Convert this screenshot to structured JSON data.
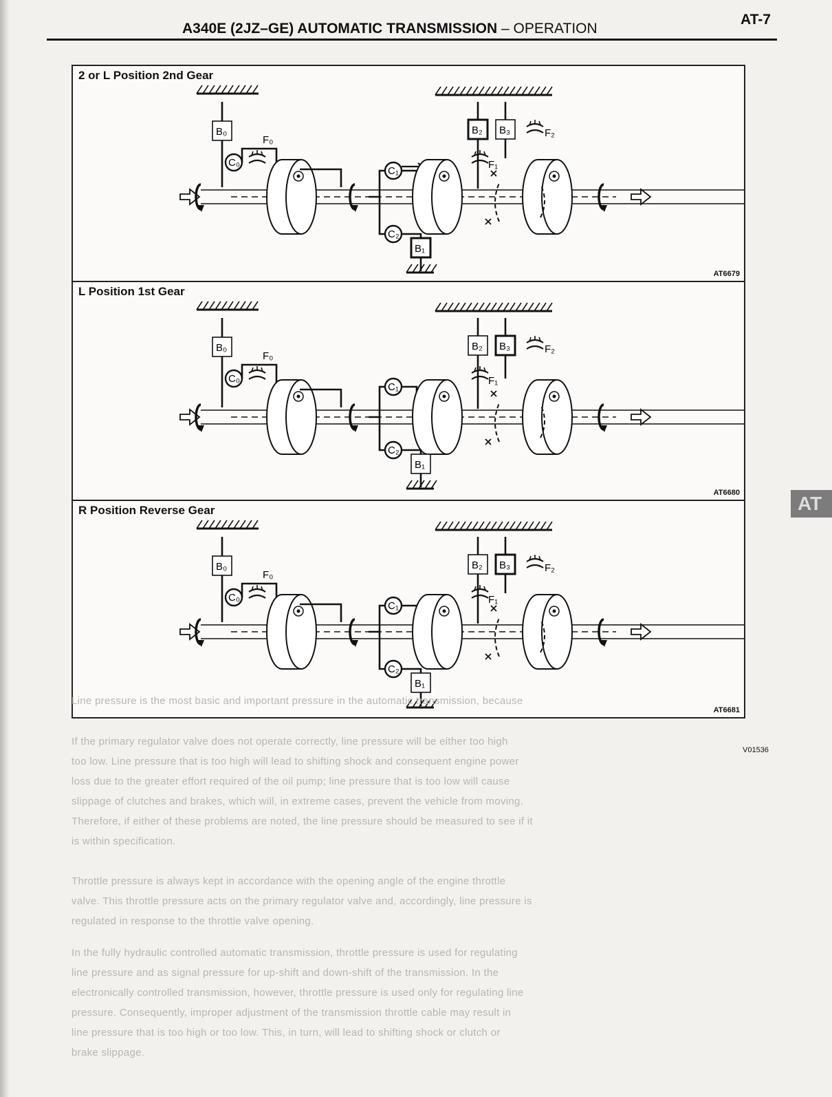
{
  "header": {
    "title": "A340E (2JZ–GE) AUTOMATIC TRANSMISSION",
    "dash": " – ",
    "section": "OPERATION",
    "page_number": "AT-7"
  },
  "panels": [
    {
      "title": "2 or L Position 2nd Gear",
      "figure_code": "AT6679",
      "labels": {
        "b0": "B₀",
        "c0": "C₀",
        "f0": "F₀",
        "c1": "C₁",
        "c2": "C₂",
        "b1": "B₁",
        "b2": "B₂",
        "b3": "B₃",
        "f1": "F₁",
        "f2": "F₂"
      }
    },
    {
      "title": "L Position 1st Gear",
      "figure_code": "AT6680",
      "labels": {
        "b0": "B₀",
        "c0": "C₀",
        "f0": "F₀",
        "c1": "C₁",
        "c2": "C₂",
        "b1": "B₁",
        "b2": "B₂",
        "b3": "B₃",
        "f1": "F₁",
        "f2": "F₂"
      }
    },
    {
      "title": "R Position Reverse Gear",
      "figure_code": "AT6681",
      "labels": {
        "b0": "B₀",
        "c0": "C₀",
        "f0": "F₀",
        "c1": "C₁",
        "c2": "C₂",
        "b1": "B₁",
        "b2": "B₂",
        "b3": "B₃",
        "f1": "F₁",
        "f2": "F₂"
      }
    }
  ],
  "reference_code": "V01536",
  "side_tab": "AT",
  "bleed_through_text": [
    "Line pressure is the most basic and important pressure in the automatic transmission, because",
    "If the primary regulator valve does not operate correctly, line pressure will be either too high",
    "too low. Line pressure that is too high will lead to shifting shock and consequent engine power",
    "loss due to the greater effort required of the oil pump; line pressure that is too low will cause",
    "slippage of clutches and brakes, which will, in extreme cases, prevent the vehicle from moving.",
    "Therefore, if either of these problems are noted, the line pressure should be measured to see if it",
    "is within specification.",
    "Throttle pressure is always kept in accordance with the opening angle of the engine throttle",
    "valve. This throttle pressure acts on the primary regulator valve and, accordingly, line pressure is",
    "regulated in response to the throttle valve opening.",
    "In the fully hydraulic controlled automatic transmission, throttle pressure is used for regulating",
    "line pressure and as signal pressure for up-shift and down-shift of the transmission. In the",
    "electronically controlled transmission, however, throttle pressure is used only for regulating line",
    "pressure. Consequently, improper adjustment of the transmission throttle cable may result in",
    "line pressure that is too high or too low. This, in turn, will lead to shifting shock or clutch or",
    "brake slippage."
  ]
}
